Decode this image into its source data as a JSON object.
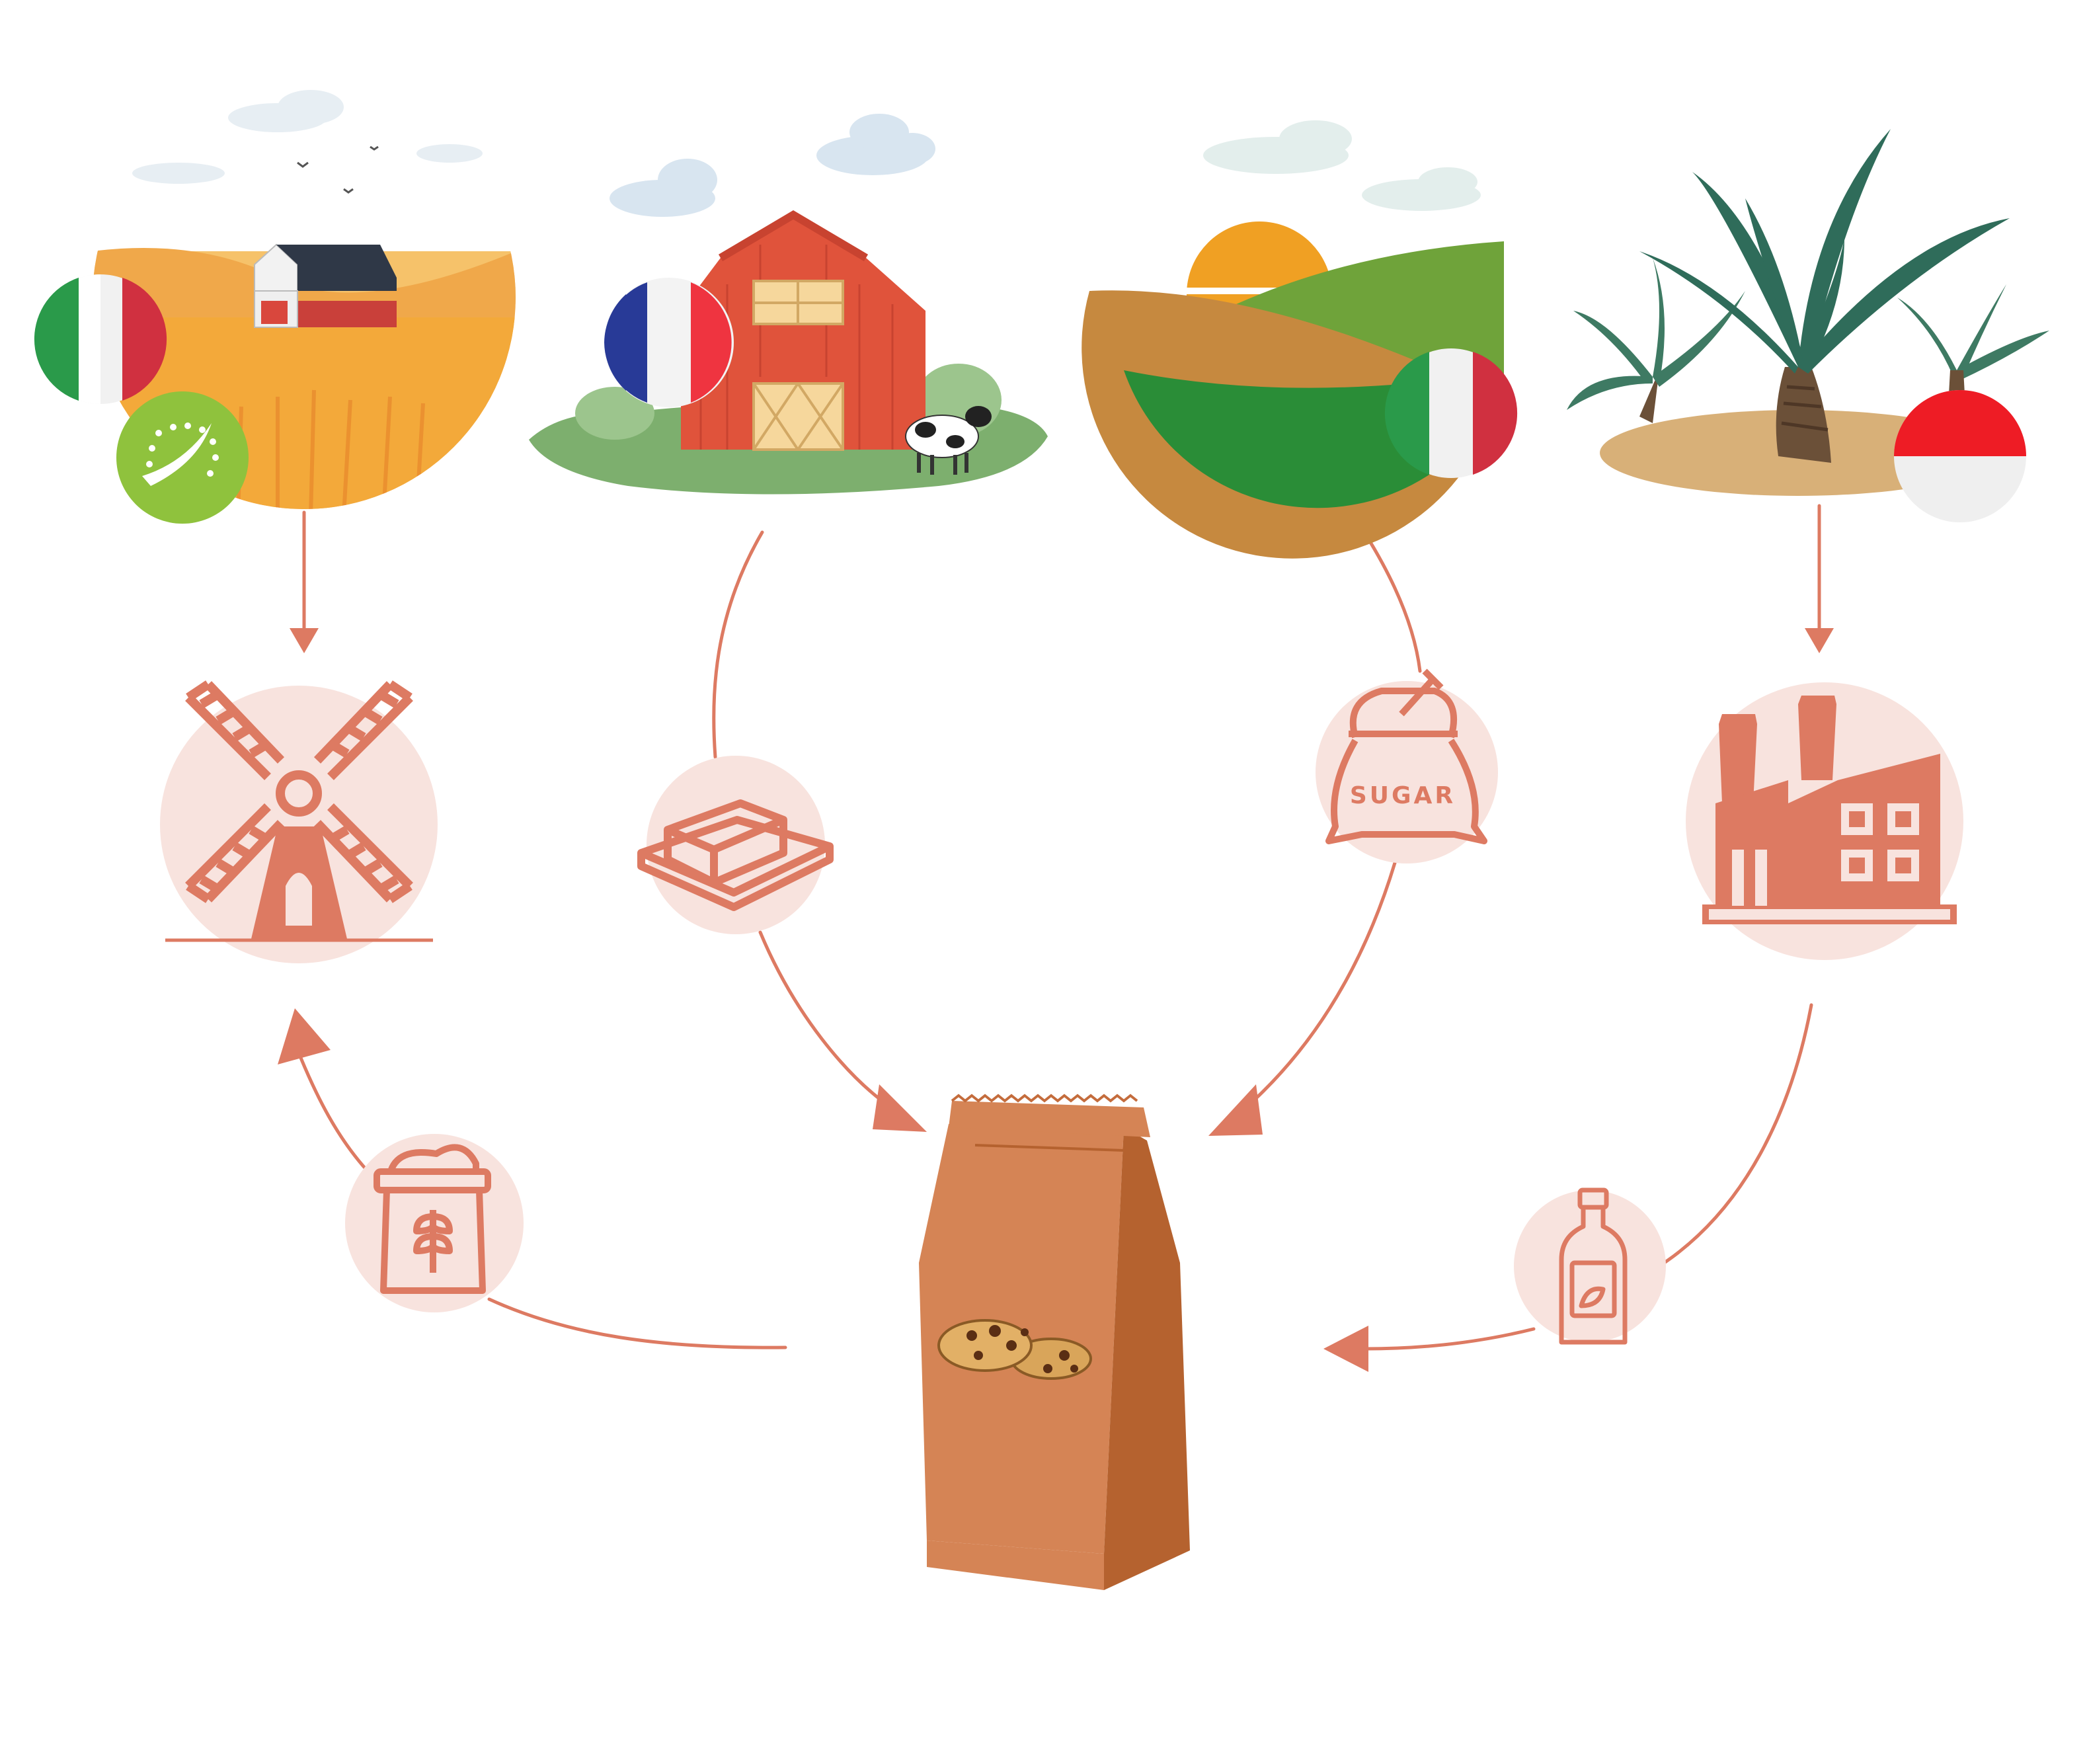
{
  "colors": {
    "accent": "#DD7A62",
    "circle_fill": "#F8E3DE",
    "bag": "#D58455",
    "bag_dark": "#B5622F",
    "wheat_field": "#F3A93A",
    "barn_red": "#E0533B",
    "field_green": "#2A8D37",
    "palm_green": "#2F6C5A",
    "sand": "#D8B078",
    "sun": "#F0A023",
    "cloud": "#DCE7EF"
  },
  "sources": [
    {
      "id": "wheat-farm",
      "flag": "italy",
      "badge": "eu-organic-leaf"
    },
    {
      "id": "dairy-barn",
      "flag": "france"
    },
    {
      "id": "sugar-fields",
      "flag": "italy"
    },
    {
      "id": "palm-plantation",
      "flag": "indonesia"
    }
  ],
  "processes": [
    {
      "id": "mill",
      "icon": "windmill-icon"
    },
    {
      "id": "butter",
      "icon": "butter-icon"
    },
    {
      "id": "sugar",
      "icon": "sugar-sack-icon",
      "label": "SUGAR"
    },
    {
      "id": "factory",
      "icon": "factory-icon"
    },
    {
      "id": "flour",
      "icon": "flour-sack-icon"
    },
    {
      "id": "oil",
      "icon": "oil-bottle-icon"
    }
  ],
  "product": {
    "icon": "cookie-bag-icon"
  }
}
